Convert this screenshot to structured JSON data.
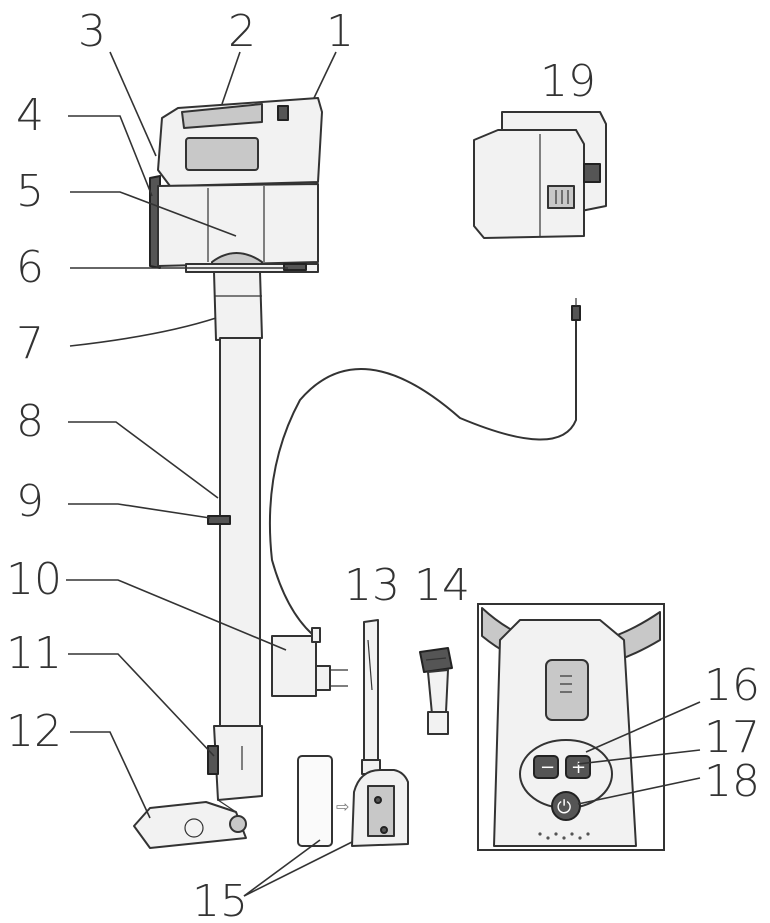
{
  "labels": [
    {
      "id": "1",
      "text": "1"
    },
    {
      "id": "2",
      "text": "2"
    },
    {
      "id": "3",
      "text": "3"
    },
    {
      "id": "4",
      "text": "4"
    },
    {
      "id": "5",
      "text": "5"
    },
    {
      "id": "6",
      "text": "6"
    },
    {
      "id": "7",
      "text": "7"
    },
    {
      "id": "8",
      "text": "8"
    },
    {
      "id": "9",
      "text": "9"
    },
    {
      "id": "10",
      "text": "10"
    },
    {
      "id": "11",
      "text": "11"
    },
    {
      "id": "12",
      "text": "12"
    },
    {
      "id": "13",
      "text": "13"
    },
    {
      "id": "14",
      "text": "14"
    },
    {
      "id": "15",
      "text": "15"
    },
    {
      "id": "16",
      "text": "16"
    },
    {
      "id": "17",
      "text": "17"
    },
    {
      "id": "18",
      "text": "18"
    },
    {
      "id": "19",
      "text": "19"
    }
  ],
  "panel": {
    "minus_symbol": "−",
    "plus_symbol": "+",
    "power_symbol": "⏻"
  },
  "icons": {
    "arrow": "arrow-right-icon"
  }
}
